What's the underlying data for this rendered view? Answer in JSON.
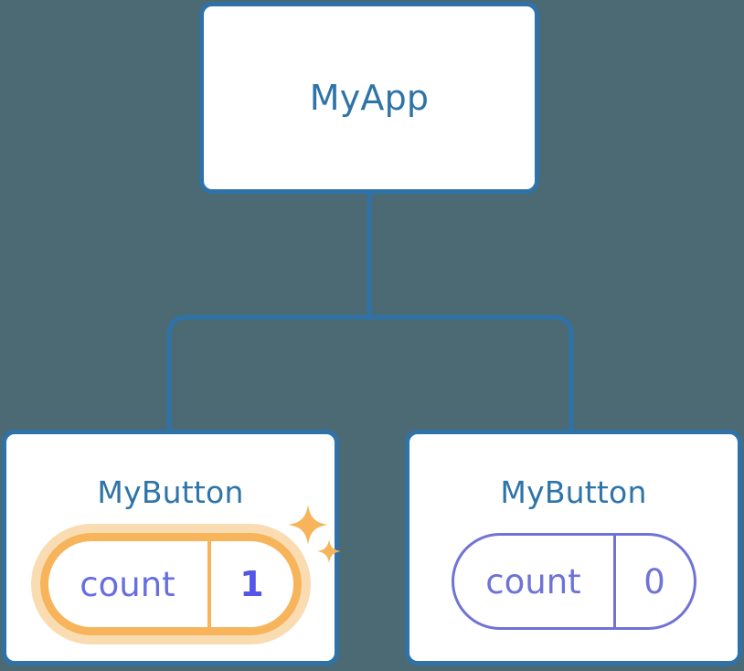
{
  "diagram": {
    "type": "component-tree",
    "background_color": "#4c6a74",
    "node_border_color": "#2e72a8",
    "node_title_color": "#2e74a8",
    "connector_color": "#2e72a8",
    "highlight_color": "#f7b45a",
    "highlight_glow_color": "#fadcb2",
    "state_color": "#6f73d6",
    "state_highlight_value_color": "#5356e8"
  },
  "root": {
    "title": "MyApp"
  },
  "children": [
    {
      "title": "MyButton",
      "state_key": "count",
      "state_value": "1",
      "highlighted": true,
      "sparkles": [
        "sparkle-large",
        "sparkle-small"
      ]
    },
    {
      "title": "MyButton",
      "state_key": "count",
      "state_value": "0",
      "highlighted": false,
      "sparkles": []
    }
  ]
}
